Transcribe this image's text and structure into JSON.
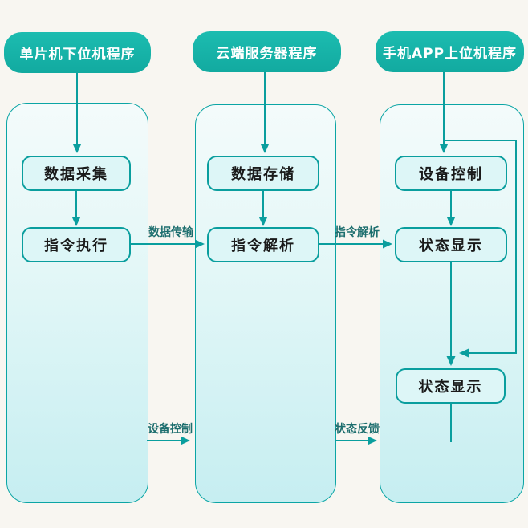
{
  "diagram": {
    "title": "",
    "colors": {
      "background": "#f8f6f1",
      "header_fill": "#17b3a9",
      "header_text": "#ffffff",
      "lane_border": "#0ba5a5",
      "lane_fill_top": "#f4fbfb",
      "lane_fill_bottom": "#c6eef1",
      "box_fill": "#ddf6f7",
      "box_border": "#0a9e9e",
      "box_text": "#1a1a1a",
      "arrow": "#0a9e9e",
      "label_text": "#1d6e6e"
    },
    "lanes": [
      {
        "header": "单片机下位机程序",
        "boxes": [
          "数据采集",
          "指令执行"
        ]
      },
      {
        "header": "云端服务器程序",
        "boxes": [
          "数据存储",
          "指令解析"
        ]
      },
      {
        "header": "手机APP上位机程序",
        "boxes": [
          "设备控制",
          "状态显示",
          "状态显示"
        ]
      }
    ],
    "arrow_labels": {
      "data_transfer": "数据传输",
      "command_parse": "指令解析",
      "device_control": "设备控制",
      "status_feedback": "状态反馈"
    }
  }
}
